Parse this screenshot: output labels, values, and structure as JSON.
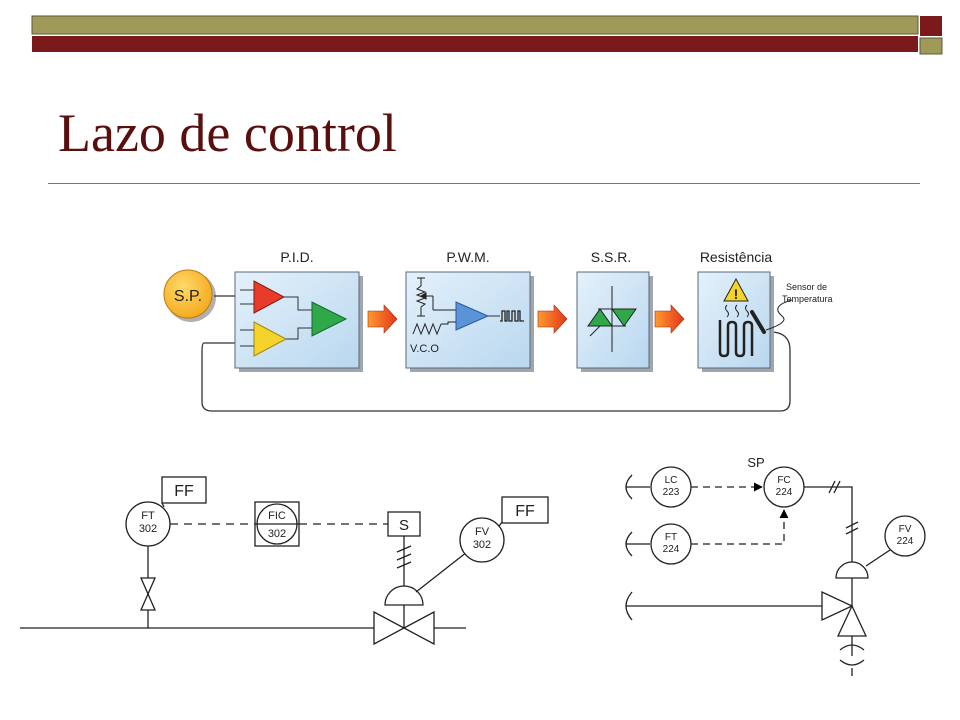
{
  "slide": {
    "title": "Lazo de control",
    "colors": {
      "bar": "#a09a58",
      "bar_accent": "#7a1a1a",
      "title": "#5a0f0f"
    }
  },
  "top_diagram": {
    "setpoint": "S.P.",
    "blocks": {
      "pid": "P.I.D.",
      "pwm": "P.W.M.",
      "vco": "V.C.O",
      "ssr": "S.S.R.",
      "resistencia": "Resistência"
    },
    "sensor_label_1": "Sensor de",
    "sensor_label_2": "Temperatura"
  },
  "left_diagram": {
    "ff_top": "FF",
    "ft_tag": "FT",
    "ft_num": "302",
    "fic_tag": "FIC",
    "fic_num": "302",
    "s_box": "S",
    "fv_tag": "FV",
    "fv_num": "302",
    "ff_right": "FF"
  },
  "right_diagram": {
    "sp": "SP",
    "lc_tag": "LC",
    "lc_num": "223",
    "fc_tag": "FC",
    "fc_num": "224",
    "ft_tag": "FT",
    "ft_num": "224",
    "fv_tag": "FV",
    "fv_num": "224"
  }
}
